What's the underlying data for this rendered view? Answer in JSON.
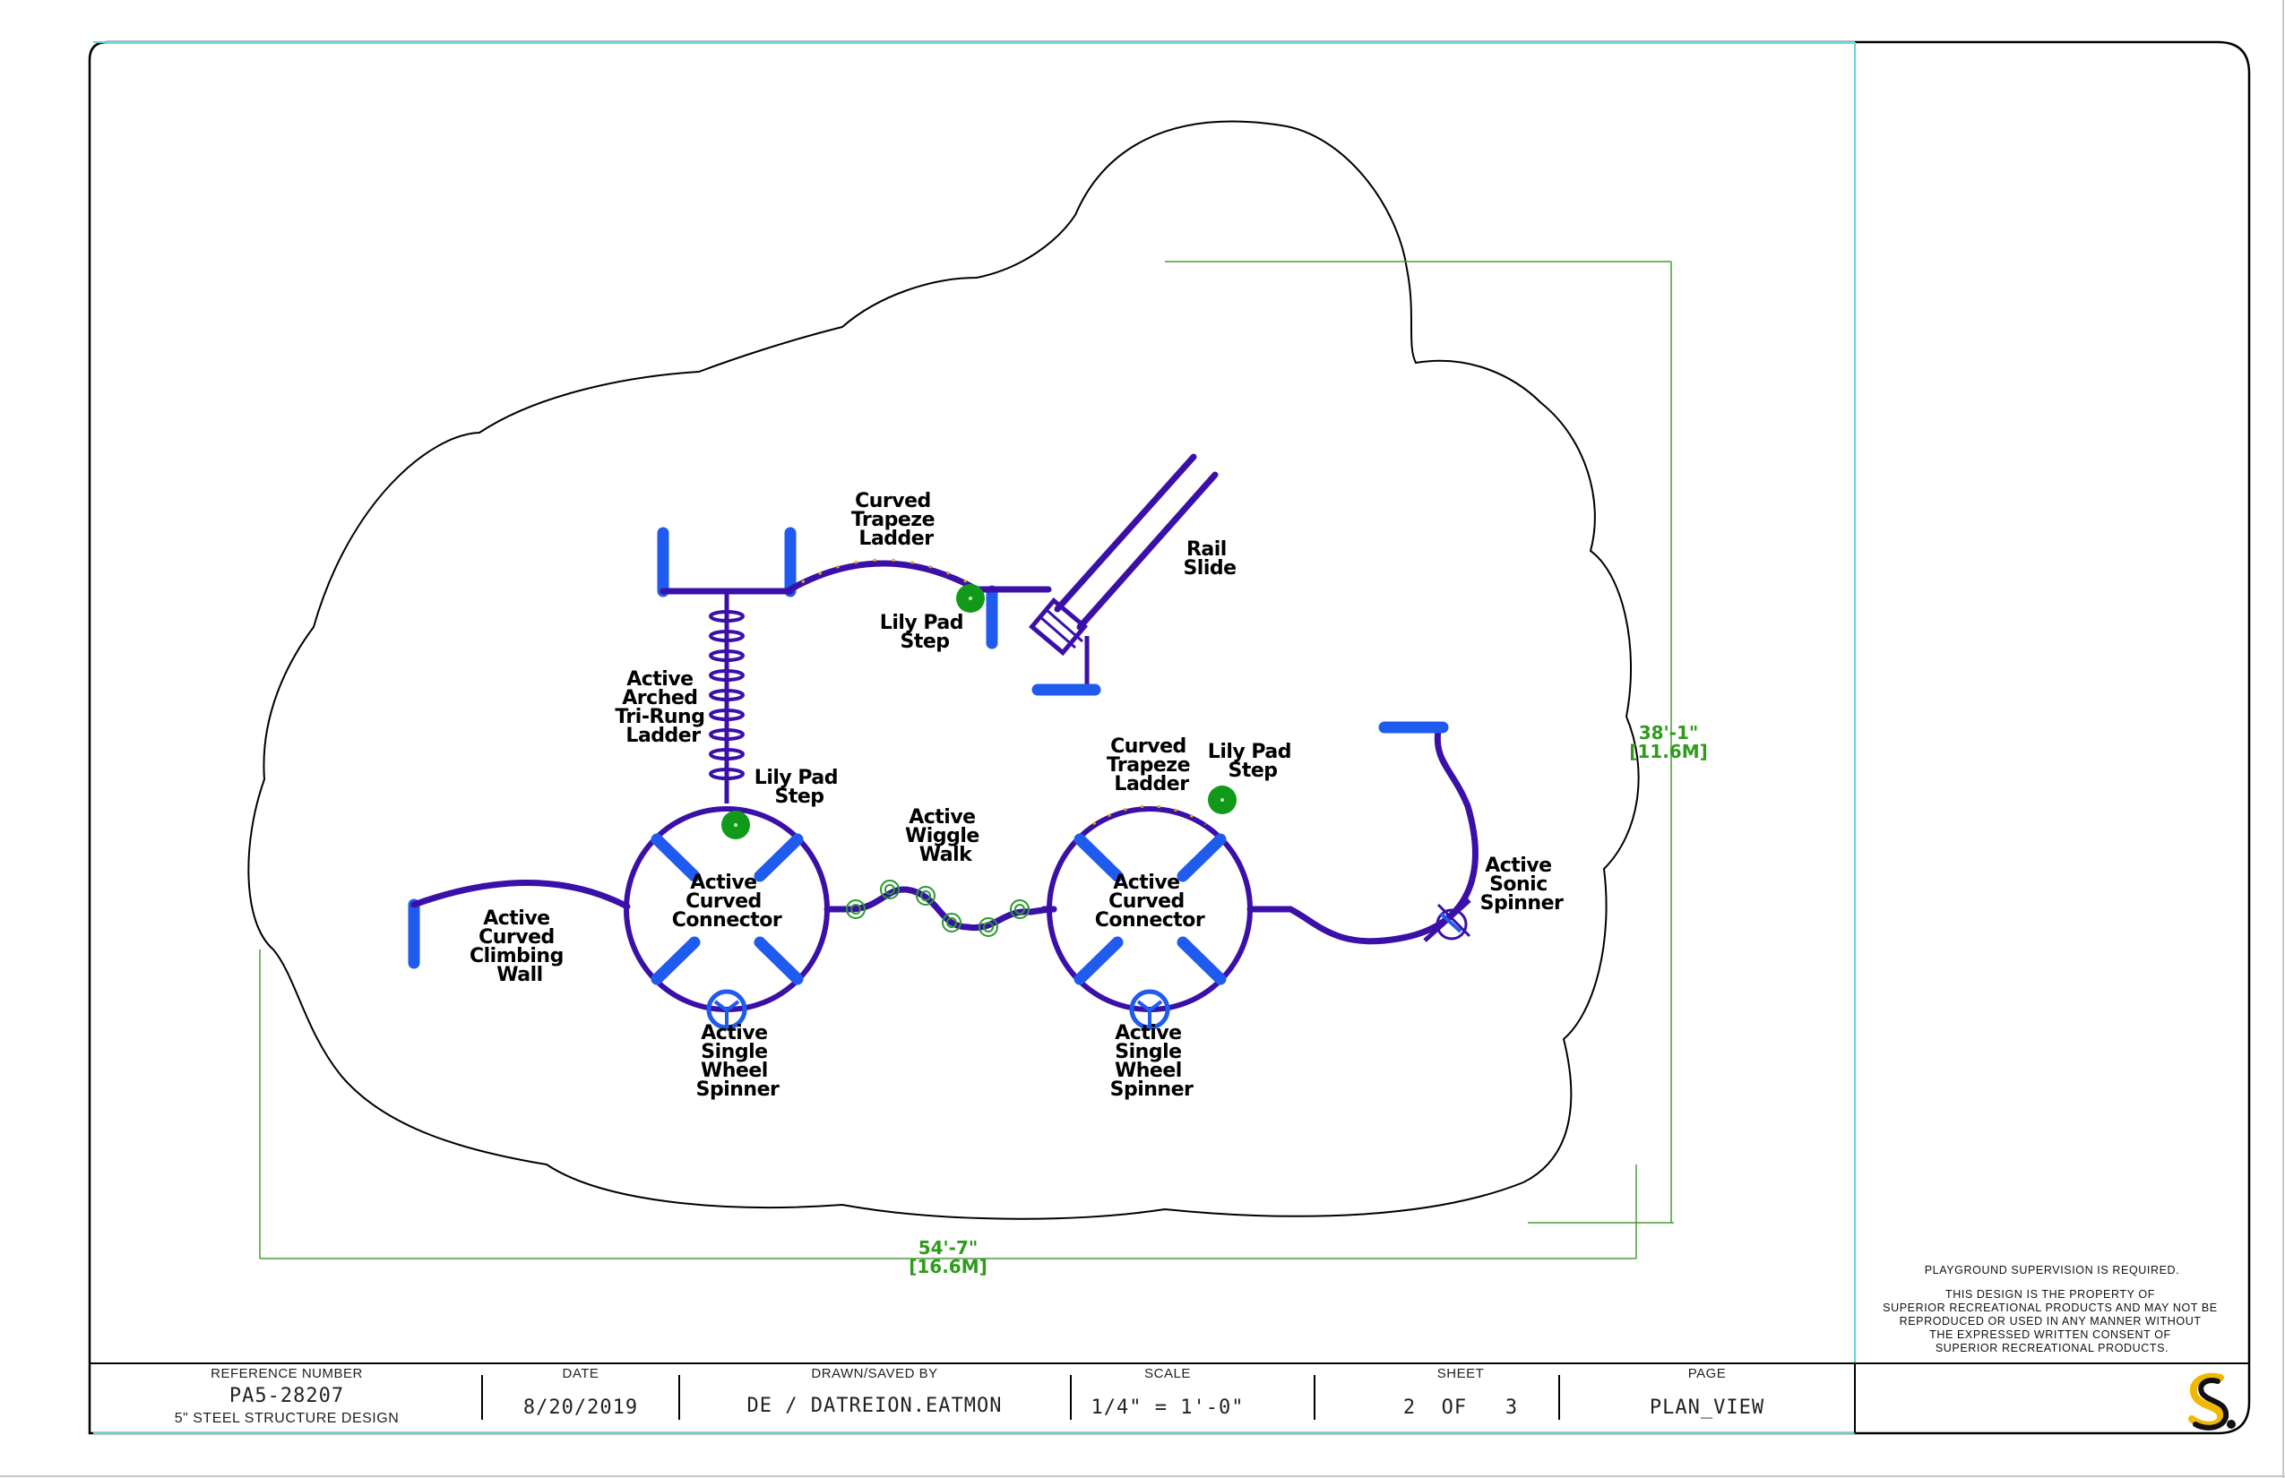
{
  "drawing": {
    "labels": {
      "curved_trapeze_top": [
        "Curved",
        "Trapeze",
        "Ladder"
      ],
      "rail_slide": [
        "Rail",
        "Slide"
      ],
      "lily_pad_top": [
        "Lily Pad",
        "Step"
      ],
      "arched_ladder": [
        "Active",
        "Arched",
        "Tri-Rung",
        "Ladder"
      ],
      "lily_pad_left": [
        "Lily Pad",
        "Step"
      ],
      "curved_trapeze_right": [
        "Curved",
        "Trapeze",
        "Ladder"
      ],
      "lily_pad_right": [
        "Lily Pad",
        "Step"
      ],
      "wiggle_walk": [
        "Active",
        "Wiggle",
        "Walk"
      ],
      "connector_left": [
        "Active",
        "Curved",
        "Connector"
      ],
      "connector_right": [
        "Active",
        "Curved",
        "Connector"
      ],
      "sonic_spinner": [
        "Active",
        "Sonic",
        "Spinner"
      ],
      "climbing_wall": [
        "Active",
        "Curved",
        "Climbing",
        "Wall"
      ],
      "wheel_spinner_left": [
        "Active",
        "Single",
        "Wheel",
        "Spinner"
      ],
      "wheel_spinner_right": [
        "Active",
        "Single",
        "Wheel",
        "Spinner"
      ]
    },
    "dimensions": {
      "height_ft": "38'-1\"",
      "height_m": "[11.6M]",
      "width_ft": "54'-7\"",
      "width_m": "[16.6M]"
    },
    "colors": {
      "structure": "#3a10a8",
      "panels": "#1f5bef",
      "lily_pad": "#119a1a",
      "dimension": "#2f9b1a",
      "accent_rungs": "#e6a800"
    }
  },
  "notes": {
    "supervision": "PLAYGROUND SUPERVISION IS REQUIRED.",
    "property": [
      "THIS DESIGN IS THE PROPERTY OF",
      "SUPERIOR RECREATIONAL PRODUCTS AND MAY NOT BE",
      "REPRODUCED OR USED IN ANY MANNER WITHOUT",
      "THE EXPRESSED WRITTEN CONSENT OF",
      "SUPERIOR RECREATIONAL PRODUCTS."
    ]
  },
  "title_block": {
    "reference_header": "REFERENCE NUMBER",
    "reference_value": "PA5-28207",
    "reference_sub": "5\" STEEL STRUCTURE DESIGN",
    "date_header": "DATE",
    "date_value": "8/20/2019",
    "drawn_header": "DRAWN/SAVED BY",
    "drawn_value": "DE / DATREION.EATMON",
    "scale_header": "SCALE",
    "scale_value": "1/4\" = 1'-0\"",
    "sheet_header": "SHEET",
    "sheet_value": "2  OF   3",
    "page_header": "PAGE",
    "page_value": "PLAN_VIEW"
  },
  "logo": {
    "icon": "superior-s-logo"
  }
}
